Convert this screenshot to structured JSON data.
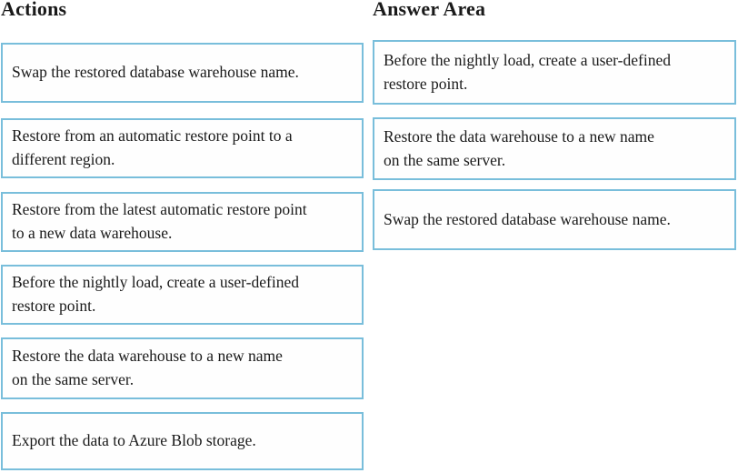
{
  "page": {
    "background": "#ffffff",
    "box_border_color": "#79bedb",
    "text_color": "#1a1a1a"
  },
  "actions": {
    "title": "Actions",
    "items": [
      {
        "label": "Swap the restored database warehouse name."
      },
      {
        "label": "Restore from an automatic restore point to a\ndifferent region."
      },
      {
        "label": "Restore from the latest automatic restore point\nto a new data warehouse."
      },
      {
        "label": "Before the nightly load, create a user-defined\nrestore point."
      },
      {
        "label": "Restore the data warehouse to a new name\non the same server."
      },
      {
        "label": "Export the data to Azure Blob storage."
      }
    ]
  },
  "answer_area": {
    "title": "Answer Area",
    "items": [
      {
        "label": "Before the nightly load, create a user-defined\nrestore point."
      },
      {
        "label": "Restore the data warehouse to a new name\non the same server."
      },
      {
        "label": "Swap the restored database warehouse name."
      }
    ]
  }
}
